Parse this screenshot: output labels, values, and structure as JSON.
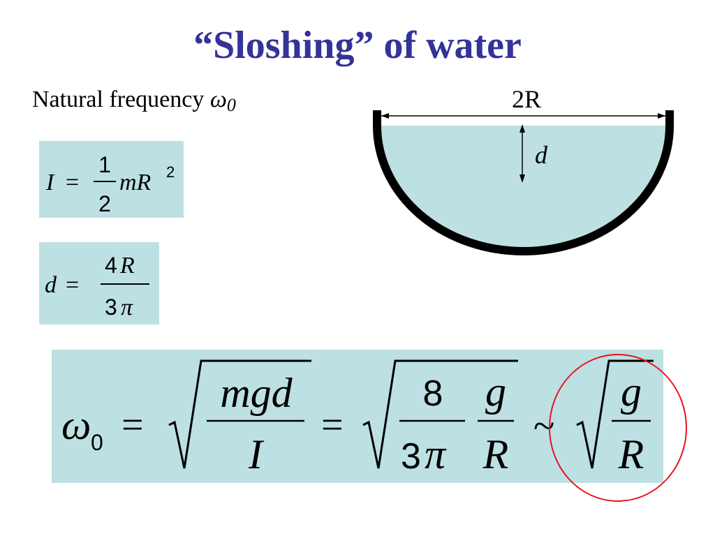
{
  "slide": {
    "title": "“Sloshing” of water",
    "subtitle_prefix": "Natural frequency",
    "subtitle_symbol": "ω",
    "subtitle_subscript": "0"
  },
  "colors": {
    "title": "#333399",
    "box_fill": "#bde0e3",
    "water_fill": "#bde0e3",
    "bowl": "#000000",
    "highlight_circle": "#e8141c"
  },
  "diagram": {
    "width_label": "2R",
    "depth_label": "d"
  },
  "equations": {
    "inertia": {
      "lhs": "I",
      "eq": "=",
      "num": "1",
      "den": "2",
      "tail": "mR",
      "power": "2"
    },
    "depth": {
      "lhs": "d",
      "eq": "=",
      "num_digit": "4",
      "num_var": "R",
      "den_digit": "3",
      "den_var": "π"
    },
    "frequency": {
      "lhs_symbol": "ω",
      "lhs_sub": "0",
      "eq1": "=",
      "frac1_num": "mgd",
      "frac1_den": "I",
      "eq2": "=",
      "frac2_num": "8",
      "frac2_den_digit": "3",
      "frac2_den_var": "π",
      "frac3_num": "g",
      "frac3_den": "R",
      "approx": "~",
      "frac4_num": "g",
      "frac4_den": "R"
    }
  }
}
